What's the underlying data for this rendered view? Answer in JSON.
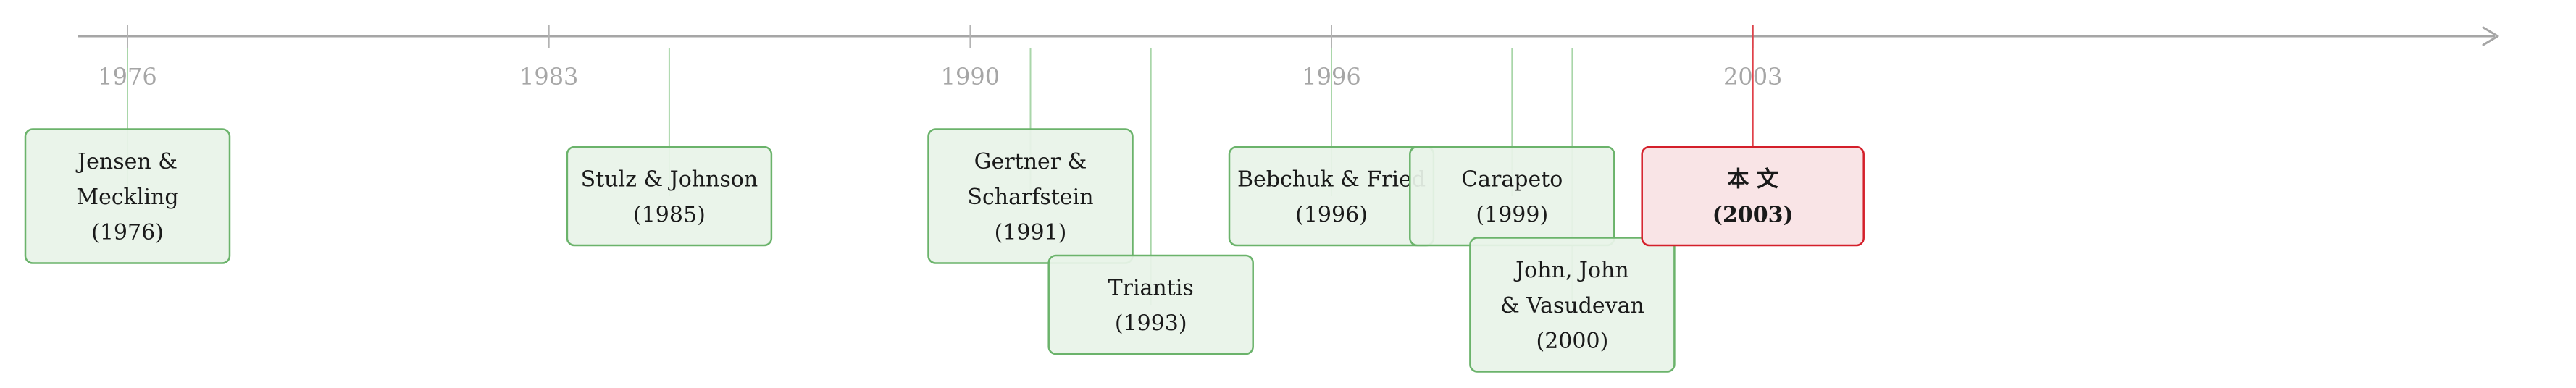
{
  "colors": {
    "axis": "#a6a6a6",
    "tick": "#b3b3b3",
    "tick_label": "#a6a6a6",
    "normal_fill": "#e8f3e8",
    "normal_stroke": "#6bb36b",
    "normal_connector": "#a9d6a9",
    "highlight_fill": "#f9e4e6",
    "highlight_stroke": "#d41f2a",
    "highlight_connector": "#e0424a",
    "text": "#1a1a1a"
  },
  "axis": {
    "ticks": [
      "1976",
      "1983",
      "1990",
      "1996",
      "2003"
    ]
  },
  "events": [
    {
      "year": 1976,
      "lines": [
        "Jensen &",
        "Meckling",
        "(1976)"
      ],
      "highlight": false
    },
    {
      "year": 1985,
      "lines": [
        "Stulz & Johnson",
        "(1985)"
      ],
      "highlight": false
    },
    {
      "year": 1991,
      "lines": [
        "Gertner &",
        "Scharfstein",
        "(1991)"
      ],
      "highlight": false
    },
    {
      "year": 1993,
      "lines": [
        "Triantis",
        "(1993)"
      ],
      "highlight": false
    },
    {
      "year": 1996,
      "lines": [
        "Bebchuk & Fried",
        "(1996)"
      ],
      "highlight": false
    },
    {
      "year": 1999,
      "lines": [
        "Carapeto",
        "(1999)"
      ],
      "highlight": false
    },
    {
      "year": 2000,
      "lines": [
        "John, John",
        "& Vasudevan",
        "(2000)"
      ],
      "highlight": false
    },
    {
      "year": 2003,
      "lines": [
        "本 文",
        "(2003)"
      ],
      "highlight": true
    }
  ]
}
